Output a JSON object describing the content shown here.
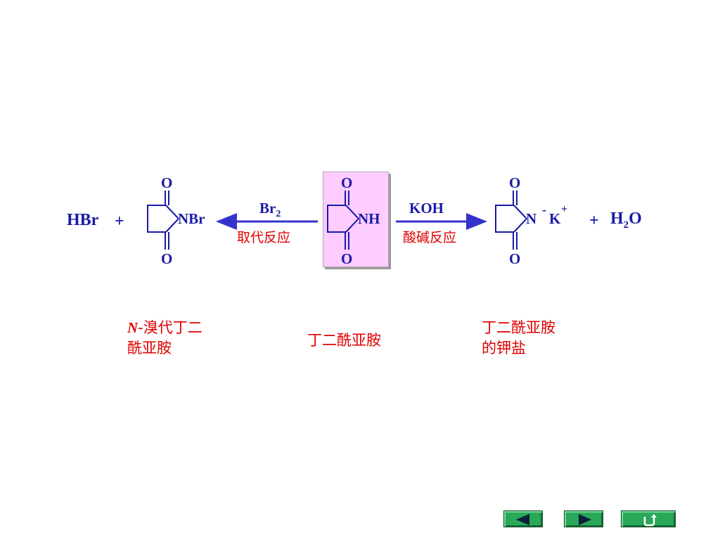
{
  "left": {
    "hbr": "HBr",
    "plus": "+",
    "o_top": "O",
    "o_bottom": "O",
    "n_group": "NBr"
  },
  "center": {
    "o_top": "O",
    "o_bottom": "O",
    "n_group": "NH"
  },
  "right": {
    "o_top": "O",
    "o_bottom": "O",
    "n_label": "N",
    "minus": "-",
    "k_label": "K",
    "k_plus": "+",
    "plus": "+",
    "h": "H",
    "sub2": "2",
    "o": "O"
  },
  "arrows": {
    "left_reagent": "Br",
    "left_reagent_sub": "2",
    "left_reaction": "取代反应",
    "right_reagent": "KOH",
    "right_reaction": "酸碱反应"
  },
  "names": {
    "left_italic": "N",
    "left_rest_1": "-溴代丁二",
    "left_line2": "酰亚胺",
    "center": "丁二酰亚胺",
    "right_line1": "丁二酰亚胺",
    "right_line2": "的钾盐"
  },
  "colors": {
    "chem": "#1a1aa6",
    "label": "#e00000",
    "highlight": "#ffccff",
    "nav": "#28a858"
  },
  "nav": {
    "prev_icon": "left-triangle-icon",
    "next_icon": "right-triangle-icon",
    "return_icon": "return-arrow-icon"
  }
}
